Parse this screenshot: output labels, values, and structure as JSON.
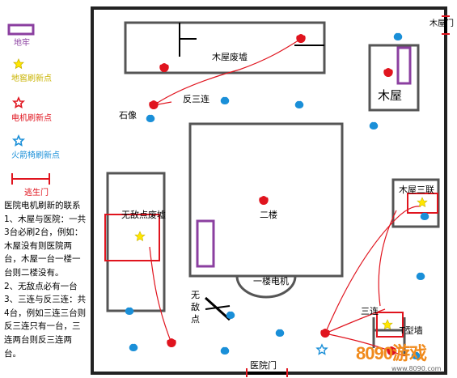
{
  "legend": {
    "cellar": "地牢",
    "cellar_color": "#8b3fa0",
    "basement_spawn": "地窖刷新点",
    "basement_color": "#ffe600",
    "generator_spawn": "电机刷新点",
    "generator_color": "#e0141e",
    "rocket_chair_spawn": "火箭椅刷新点",
    "rocket_chair_color": "#1a8fd8",
    "exit_gate": "逃生门",
    "exit_color": "#e0141e"
  },
  "labels": {
    "cabin_corner": "木屋门",
    "cabin_ruins": "木屋废墟",
    "cabin": "木屋",
    "triple_reverse": "反三连",
    "statue": "石像",
    "second_floor": "二楼",
    "no_dead_zone_ruins": "无敌点废墟",
    "cabin_triple": "木屋三联",
    "generator_room": "一楼电机",
    "no_dead_zone": [
      "无",
      "敌",
      "点"
    ],
    "triple": "三连",
    "t_wall": "T型墙",
    "hospital_gate": "医院门"
  },
  "notes": {
    "title": "医院电机刷新的联系",
    "lines": [
      "1、木屋与医院：一共3台必刷2台，例如：木屋没有则医院两台，木屋一台一楼一台则二楼没有。",
      "2、无敌点必有一台",
      "3、三连与反三连：共4台，例如三连三台则反三连只有一台，三连两台则反三连两台。"
    ]
  },
  "watermark": {
    "text": "8090游戏",
    "site": "www.8090.com"
  }
}
